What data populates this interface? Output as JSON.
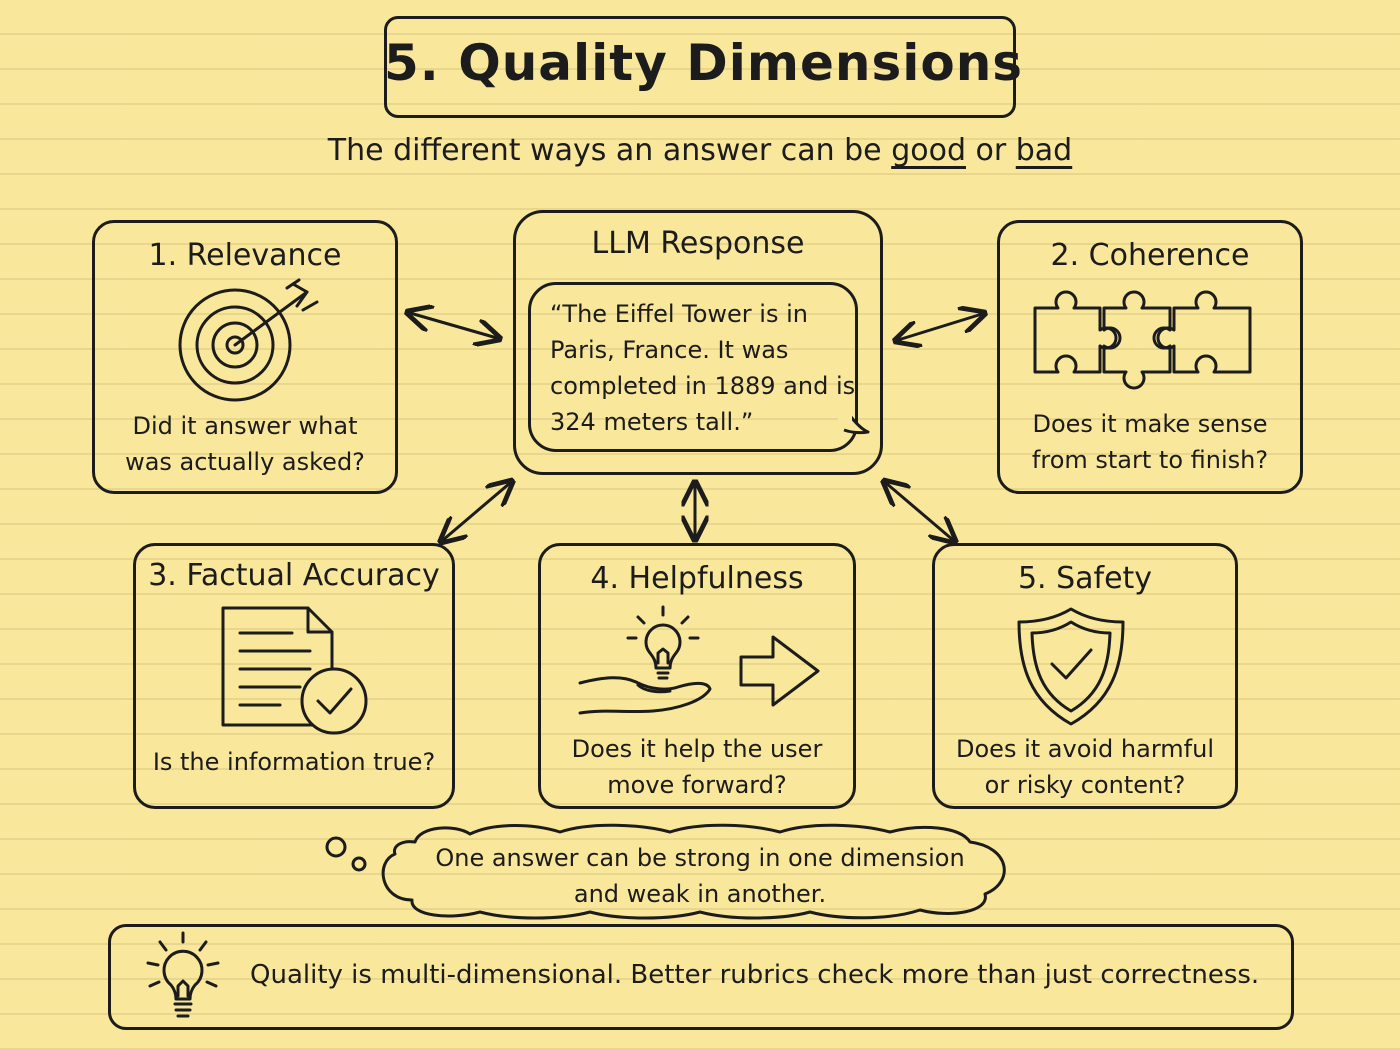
{
  "title": "5. Quality Dimensions",
  "subtitle": {
    "prefix": "The different ways an answer can be ",
    "good": "good",
    "or": " or ",
    "bad": "bad"
  },
  "center": {
    "title": "LLM Response",
    "quote": [
      "“The Eiffel Tower is in",
      "Paris, France. It was",
      "completed in 1889 and is",
      "324 meters tall.”"
    ]
  },
  "dimensions": [
    {
      "title": "1. Relevance",
      "question": [
        "Did it answer what",
        "was actually asked?"
      ],
      "icon": "target-icon"
    },
    {
      "title": "2. Coherence",
      "question": [
        "Does it make sense",
        "from start to finish?"
      ],
      "icon": "puzzle-icon"
    },
    {
      "title": "3. Factual Accuracy",
      "question": [
        "Is the information true?"
      ],
      "icon": "document-check-icon"
    },
    {
      "title": "4. Helpfulness",
      "question": [
        "Does it help the user",
        "move forward?"
      ],
      "icon": "lightbulb-hand-icon"
    },
    {
      "title": "5. Safety",
      "question": [
        "Does it avoid harmful",
        "or risky content?"
      ],
      "icon": "shield-check-icon"
    }
  ],
  "thought": [
    "One answer can be strong in one dimension",
    "and weak in another."
  ],
  "takeaway": "Quality is multi-dimensional. Better rubrics check more than just correctness.",
  "colors": {
    "paper": "#f9e79b",
    "ink": "#1c1c1c"
  }
}
